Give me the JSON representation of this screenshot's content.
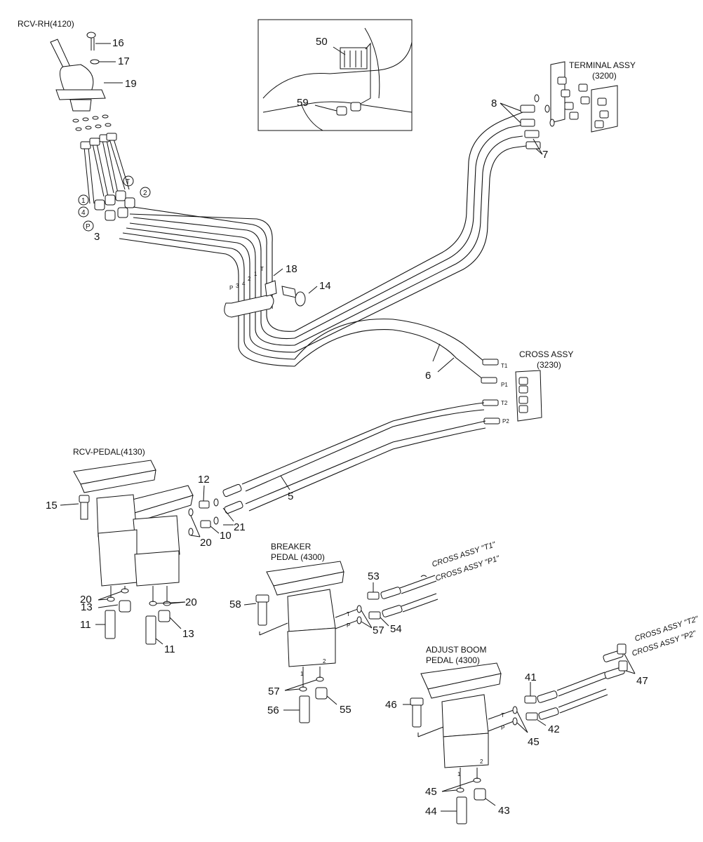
{
  "assemblies": {
    "rcv_rh": "RCV-RH(4120)",
    "terminal_1": "TERMINAL ASSY",
    "terminal_2": "(3200)",
    "cross_1": "CROSS ASSY",
    "cross_2": "(3230)",
    "rcv_pedal": "RCV-PEDAL(4130)",
    "breaker_1": "BREAKER",
    "breaker_2": "PEDAL (4300)",
    "adjust_1": "ADJUST BOOM",
    "adjust_2": "PEDAL (4300)"
  },
  "cross_refs": {
    "t1": "CROSS ASSY \"T1\"",
    "p1": "CROSS ASSY \"P1\"",
    "t2": "CROSS ASSY \"T2\"",
    "p2": "CROSS ASSY \"P2\""
  },
  "ports": {
    "t1": "T1",
    "p1": "P1",
    "t2": "T2",
    "p2": "P2",
    "p": "P",
    "n3": "3",
    "n4": "4",
    "n2": "2",
    "n1": "1",
    "t": "T",
    "p_small": "P",
    "t_small": "T"
  },
  "circled": {
    "c1": "1",
    "c4": "4",
    "cT": "T",
    "c2": "2",
    "cP": "P"
  },
  "parts": {
    "p50": "50",
    "p59": "59",
    "p16": "16",
    "p17": "17",
    "p19": "19",
    "p8": "8",
    "p7": "7",
    "p18": "18",
    "p14": "14",
    "p6": "6",
    "p3": "3",
    "p12": "12",
    "p15": "15",
    "p5": "5",
    "p21": "21",
    "p10": "10",
    "p20a": "20",
    "p20b": "20",
    "p20c": "20",
    "p13a": "13",
    "p13b": "13",
    "p11a": "11",
    "p11b": "11",
    "p53": "53",
    "p58": "58",
    "p54": "54",
    "p57a": "57",
    "p57b": "57",
    "p56": "56",
    "p55": "55",
    "p41": "41",
    "p47": "47",
    "p46": "46",
    "p42": "42",
    "p45a": "45",
    "p45b": "45",
    "p44": "44",
    "p43": "43"
  }
}
